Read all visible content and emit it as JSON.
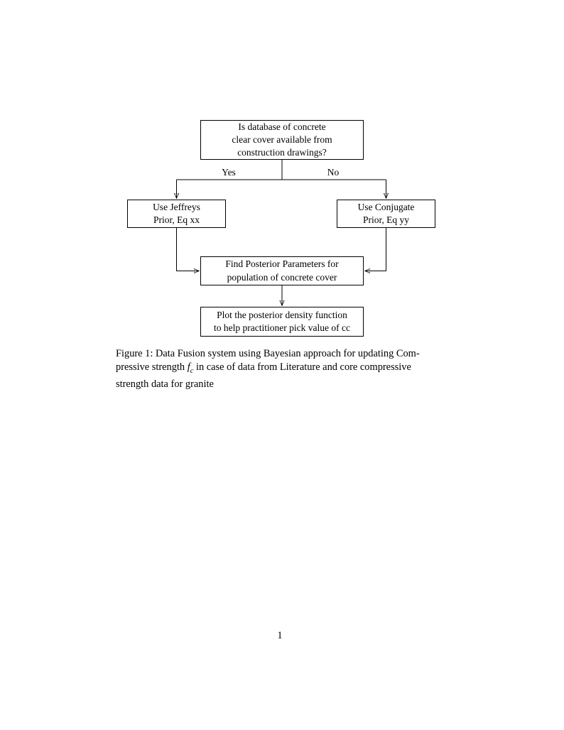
{
  "page": {
    "number": "1"
  },
  "flowchart": {
    "nodes": {
      "question": "Is database of concrete\nclear cover available from\nconstruction drawings?",
      "jeffreys": "Use Jeffreys\nPrior, Eq xx",
      "conjugate": "Use Conjugate\nPrior, Eq yy",
      "posterior": "Find Posterior Parameters for\npopulation of concrete cover",
      "plot": "Plot the posterior density function\nto help practitioner pick value of cc"
    },
    "edge_labels": {
      "yes": "Yes",
      "no": "No"
    }
  },
  "caption": {
    "line1": "Figure 1: Data Fusion system using Bayesian approach for updating Com-",
    "line2_pre": "pressive strength ",
    "math_var": "f",
    "math_sub": "c",
    "line2_post": " in case of data from Literature and core compressive",
    "line3": "strength data for granite"
  },
  "colors": {
    "ink": "#000000",
    "background": "#ffffff"
  }
}
